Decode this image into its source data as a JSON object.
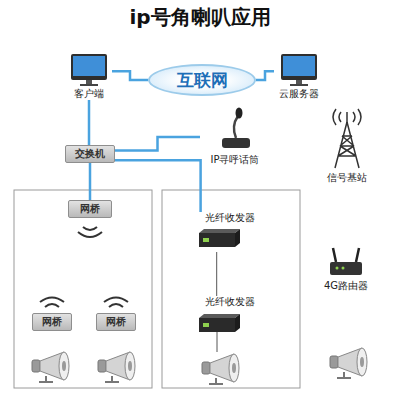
{
  "diagram": {
    "title": "ip号角喇叭应用",
    "nodes": [
      {
        "text": [
          "客户端"
        ]
      },
      {
        "text": [
          "互联网"
        ]
      },
      {
        "text": [
          "云服务器"
        ]
      },
      {
        "text": [
          "交换机"
        ]
      },
      {
        "text": [
          "IP寻呼话筒"
        ]
      },
      {
        "text": [
          "信号基站"
        ]
      },
      {
        "text": [
          "网桥"
        ]
      },
      {
        "text": [
          "光纤收发器"
        ]
      },
      {
        "text": [
          "4G路由器"
        ]
      },
      {
        "text": [
          "网桥"
        ]
      },
      {
        "text": [
          "网桥"
        ]
      },
      {
        "text": [
          "光纤收发器"
        ]
      }
    ],
    "edges": [
      {
        "from": 0,
        "to": 1,
        "arrow": "none"
      },
      {
        "from": 1,
        "to": 2,
        "arrow": "none"
      },
      {
        "from": 0,
        "to": 3,
        "arrow": "none"
      },
      {
        "from": 3,
        "to": 4,
        "arrow": "none"
      },
      {
        "from": 3,
        "to": 6,
        "arrow": "none"
      },
      {
        "from": 3,
        "to": 7,
        "arrow": "none"
      },
      {
        "from": 7,
        "to": 11,
        "arrow": "none"
      }
    ]
  }
}
